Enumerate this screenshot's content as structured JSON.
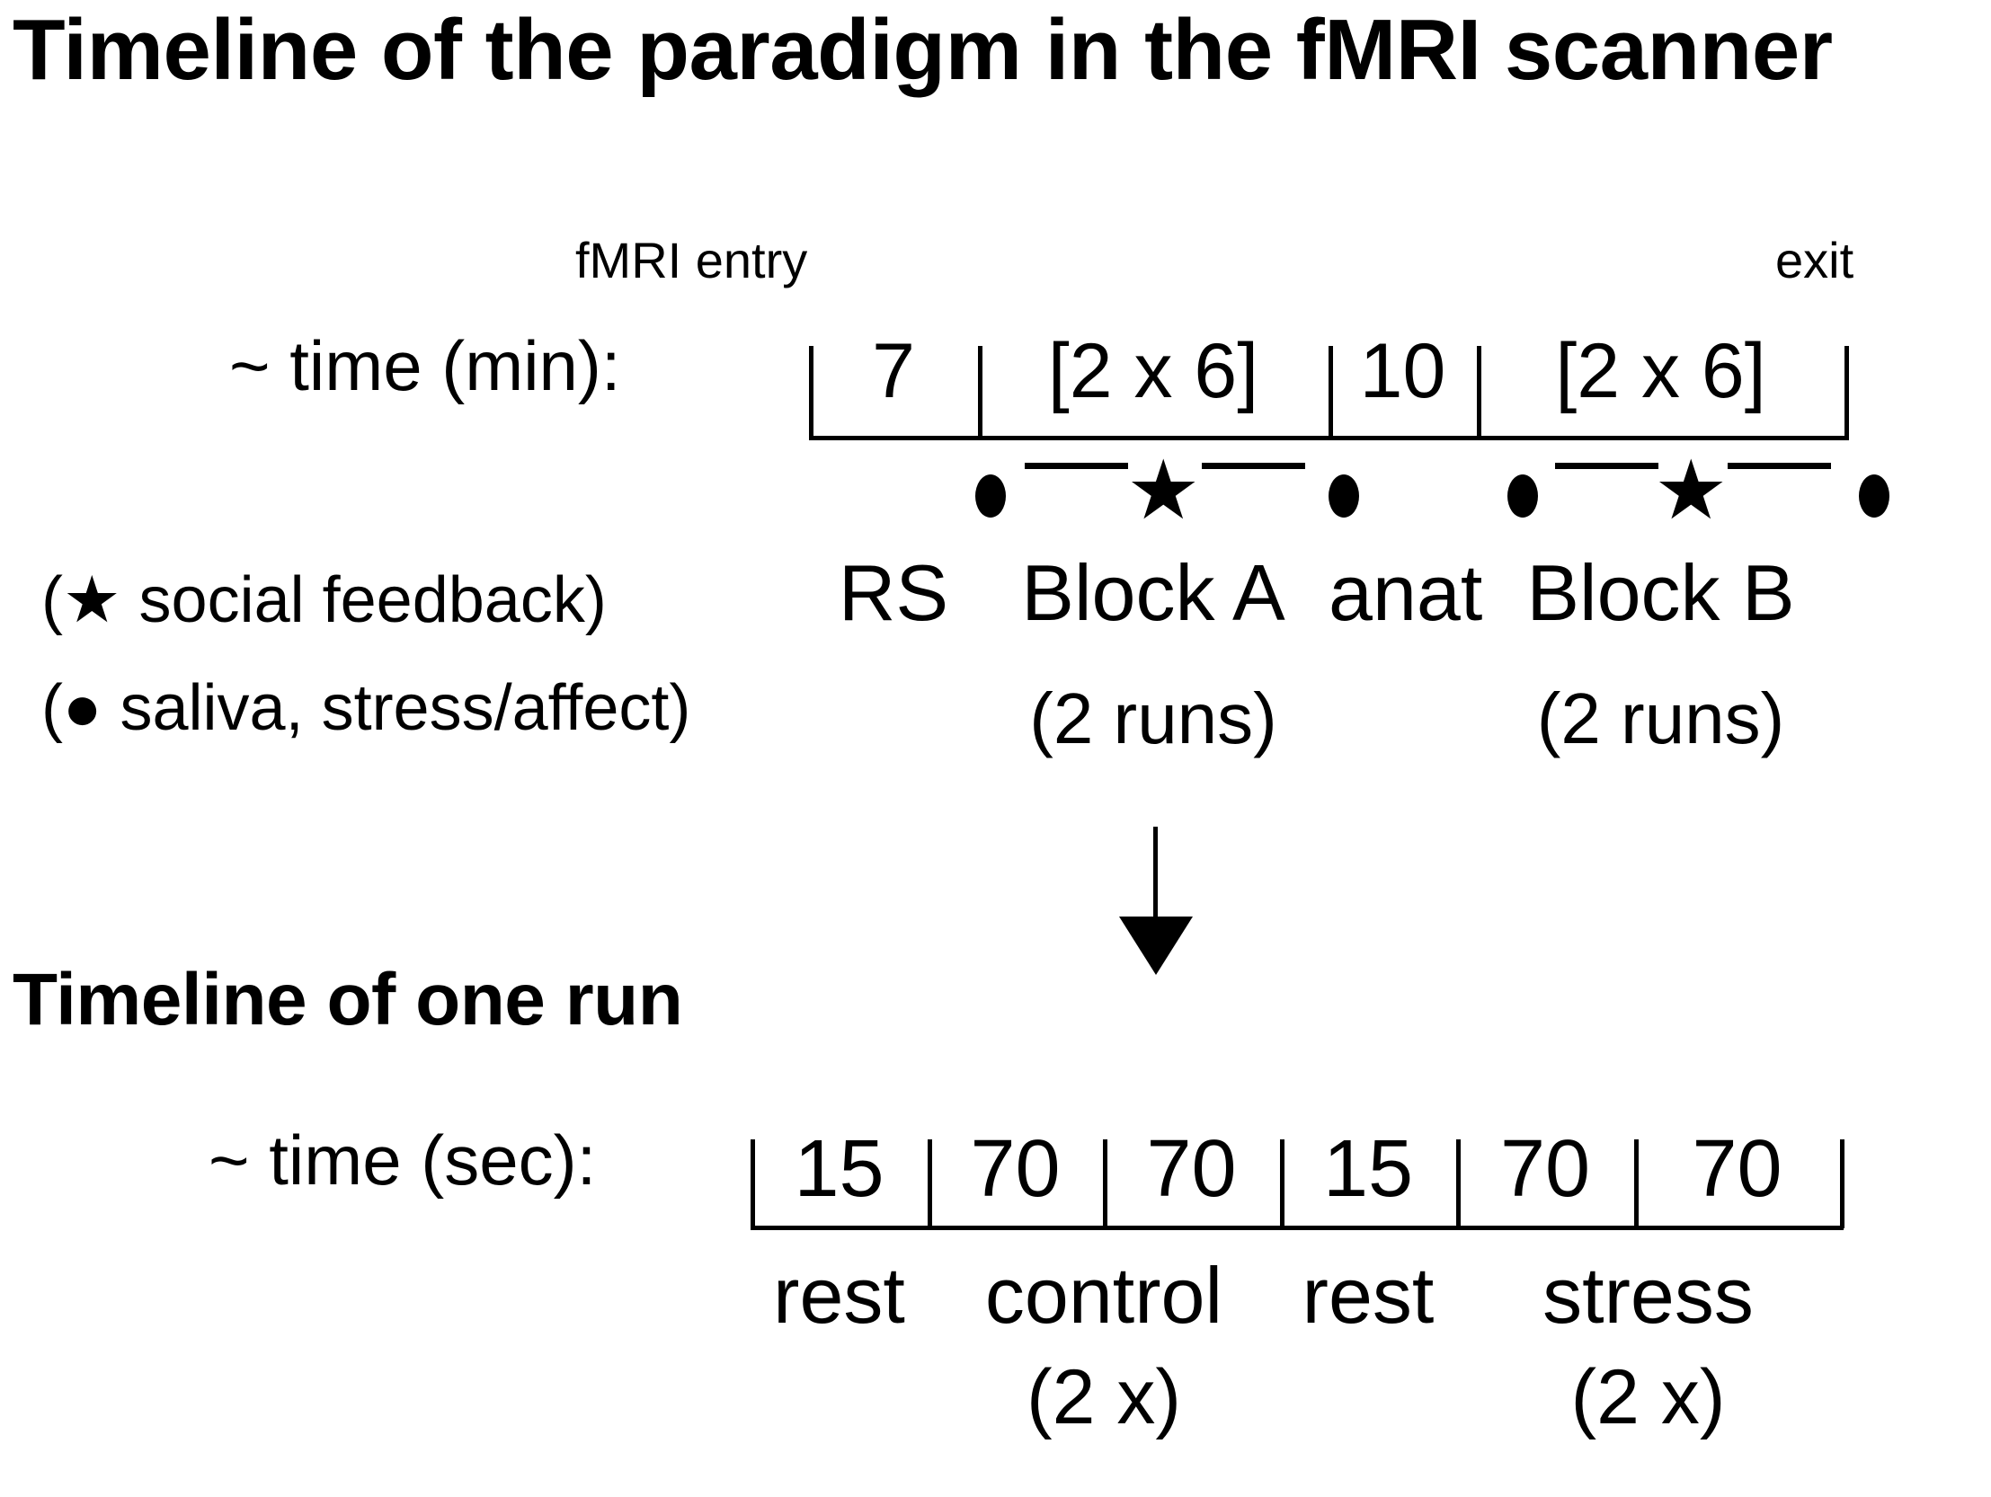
{
  "figure": {
    "title_scanner": "Timeline of the paradigm in the fMRI scanner",
    "title_run": "Timeline of one run"
  },
  "scanner_timeline": {
    "entry_label": "fMRI entry",
    "exit_label": "exit",
    "axis_prefix": "~ time (min):",
    "segments": [
      {
        "value": "7",
        "block": "RS",
        "sub": ""
      },
      {
        "value": "[2 x 6]",
        "block": "Block A",
        "sub": "(2 runs)"
      },
      {
        "value": "10",
        "block": "anat",
        "sub": ""
      },
      {
        "value": "[2 x 6]",
        "block": "Block B",
        "sub": "(2 runs)"
      }
    ],
    "markers": [
      {
        "type": "dot",
        "glyph": "●"
      },
      {
        "type": "star",
        "glyph": "★"
      },
      {
        "type": "dot",
        "glyph": "●"
      },
      {
        "type": "dot",
        "glyph": "●"
      },
      {
        "type": "star",
        "glyph": "★"
      },
      {
        "type": "dot",
        "glyph": "●"
      }
    ],
    "legend": [
      {
        "prefix": "(",
        "glyph": "★",
        "text": " social feedback)"
      },
      {
        "prefix": "(",
        "glyph": "●",
        "text": " saliva, stress/affect)"
      }
    ]
  },
  "run_timeline": {
    "axis_prefix": "~ time (sec):",
    "segments": [
      {
        "value": "15"
      },
      {
        "value": "70"
      },
      {
        "value": "70"
      },
      {
        "value": "15"
      },
      {
        "value": "70"
      },
      {
        "value": "70"
      }
    ],
    "conditions": [
      {
        "label": "rest",
        "sub": ""
      },
      {
        "label": "control",
        "sub": "(2 x)"
      },
      {
        "label": "rest",
        "sub": ""
      },
      {
        "label": "stress",
        "sub": "(2 x)"
      }
    ]
  },
  "chart_data": {
    "type": "table",
    "title": "Timeline of the paradigm in the fMRI scanner",
    "scanner_durations_min": [
      "7",
      "[2 x 6]",
      "10",
      "[2 x 6]"
    ],
    "scanner_blocks": [
      "RS",
      "Block A",
      "anat",
      "Block B"
    ],
    "run_durations_sec": [
      15,
      70,
      70,
      15,
      70,
      70
    ],
    "run_conditions": [
      "rest",
      "control",
      "rest",
      "stress"
    ],
    "xlabel": "~ time (min) / ~ time (sec)",
    "ylabel": "",
    "grid": false
  },
  "colors": {
    "ink": "#000000",
    "background": "#ffffff"
  }
}
